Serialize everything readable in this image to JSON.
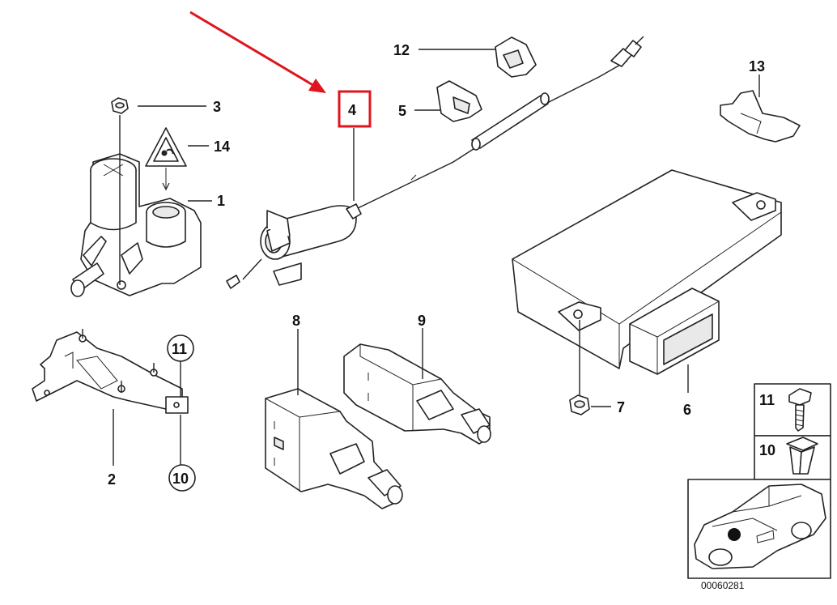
{
  "callouts": {
    "c1": "1",
    "c2": "2",
    "c3": "3",
    "c4": "4",
    "c5": "5",
    "c6": "6",
    "c7": "7",
    "c8": "8",
    "c9": "9",
    "c10": "10",
    "c11": "11",
    "c12": "12",
    "c13": "13",
    "c14": "14"
  },
  "inset": {
    "label11": "11",
    "label10": "10"
  },
  "reference_number": "00060281",
  "highlight": {
    "target": "4",
    "box_color": "#e0141e",
    "arrow_color": "#e0141e"
  },
  "icons": [
    "warning-triangle-icon",
    "red-arrow-icon",
    "car-location-icon"
  ]
}
